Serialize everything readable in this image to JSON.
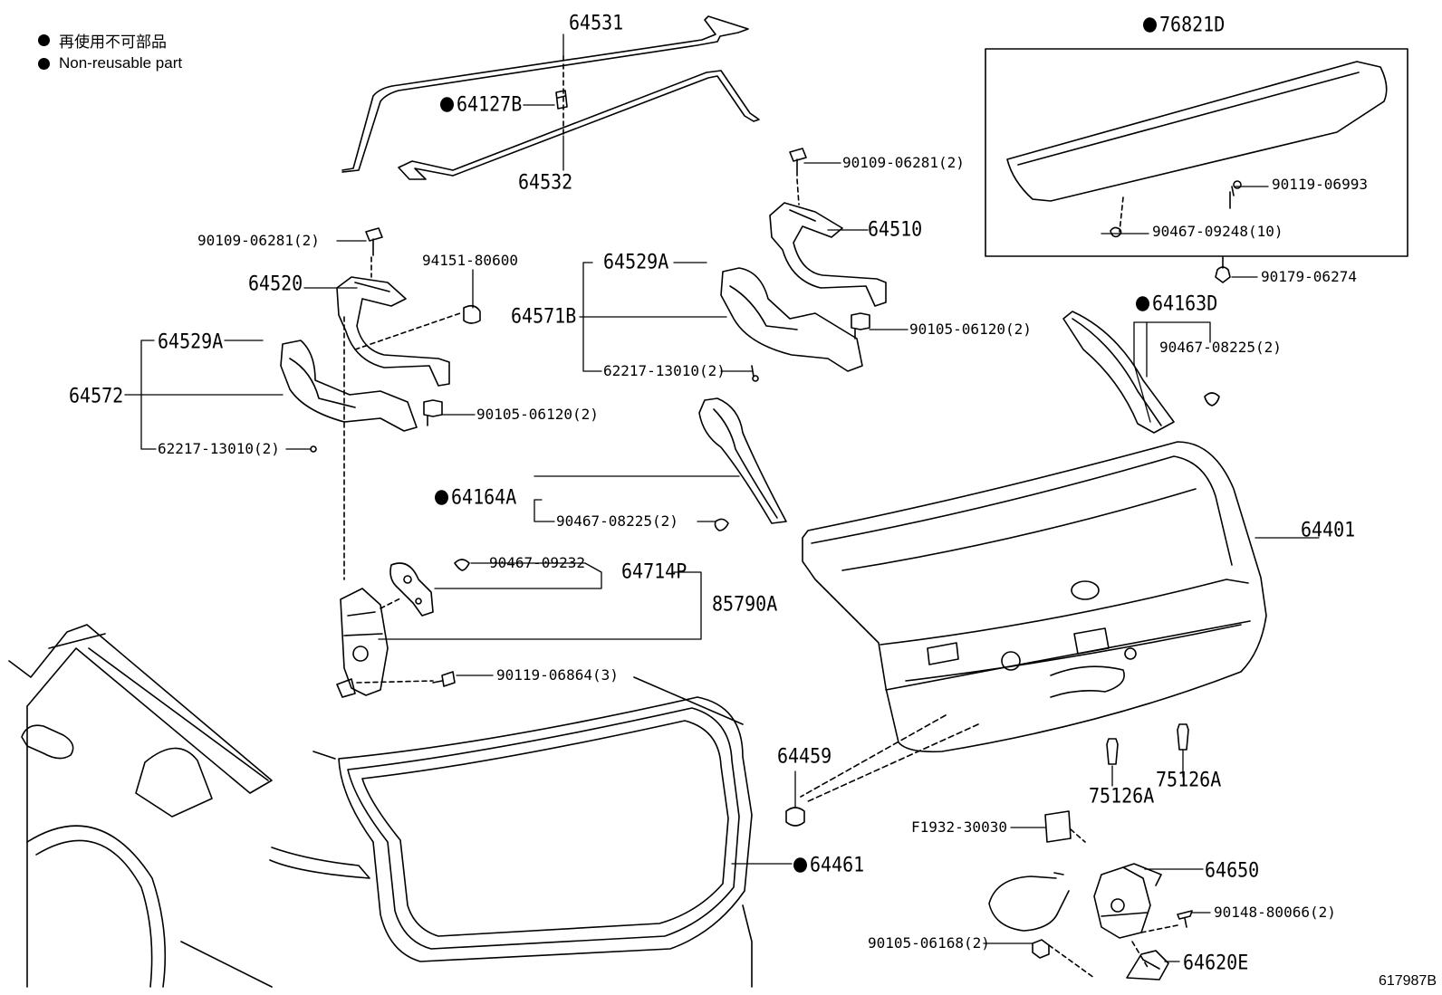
{
  "legend": {
    "marker_label_ja": "再使用不可部品",
    "marker_label_en": "Non-reusable part"
  },
  "figure_id": "617987B",
  "parts": [
    {
      "id": "p64531",
      "number": "64531",
      "nonreusable": false
    },
    {
      "id": "p64127B",
      "number": "64127B",
      "nonreusable": true
    },
    {
      "id": "p64532",
      "number": "64532",
      "nonreusable": false
    },
    {
      "id": "p76821D",
      "number": "76821D",
      "nonreusable": true
    },
    {
      "id": "p90119_06993",
      "number": "90119-06993",
      "nonreusable": false
    },
    {
      "id": "p90467_09248",
      "number": "90467-09248(10)",
      "nonreusable": false
    },
    {
      "id": "p90179_06274",
      "number": "90179-06274",
      "nonreusable": false
    },
    {
      "id": "p90109_r",
      "number": "90109-06281(2)",
      "nonreusable": false
    },
    {
      "id": "p64510",
      "number": "64510",
      "nonreusable": false
    },
    {
      "id": "p90109_l",
      "number": "90109-06281(2)",
      "nonreusable": false
    },
    {
      "id": "p94151",
      "number": "94151-80600",
      "nonreusable": false
    },
    {
      "id": "p64520",
      "number": "64520",
      "nonreusable": false
    },
    {
      "id": "p64529A_r",
      "number": "64529A",
      "nonreusable": false
    },
    {
      "id": "p64571B",
      "number": "64571B",
      "nonreusable": false
    },
    {
      "id": "p90105_r",
      "number": "90105-06120(2)",
      "nonreusable": false
    },
    {
      "id": "p62217_r",
      "number": "62217-13010(2)",
      "nonreusable": false
    },
    {
      "id": "p64529A_l",
      "number": "64529A",
      "nonreusable": false
    },
    {
      "id": "p64572",
      "number": "64572",
      "nonreusable": false
    },
    {
      "id": "p90105_l",
      "number": "90105-06120(2)",
      "nonreusable": false
    },
    {
      "id": "p62217_l",
      "number": "62217-13010(2)",
      "nonreusable": false
    },
    {
      "id": "p64163D",
      "number": "64163D",
      "nonreusable": true
    },
    {
      "id": "p90467_08225_r",
      "number": "90467-08225(2)",
      "nonreusable": false
    },
    {
      "id": "p64164A",
      "number": "64164A",
      "nonreusable": true
    },
    {
      "id": "p90467_08225_l",
      "number": "90467-08225(2)",
      "nonreusable": false
    },
    {
      "id": "p64401",
      "number": "64401",
      "nonreusable": false
    },
    {
      "id": "p90467_09232",
      "number": "90467-09232",
      "nonreusable": false
    },
    {
      "id": "p64714P",
      "number": "64714P",
      "nonreusable": false
    },
    {
      "id": "p85790A",
      "number": "85790A",
      "nonreusable": false
    },
    {
      "id": "p90119_06864",
      "number": "90119-06864(3)",
      "nonreusable": false
    },
    {
      "id": "p64459",
      "number": "64459",
      "nonreusable": false
    },
    {
      "id": "p75126A_1",
      "number": "75126A",
      "nonreusable": false
    },
    {
      "id": "p75126A_2",
      "number": "75126A",
      "nonreusable": false
    },
    {
      "id": "p64461",
      "number": "64461",
      "nonreusable": true
    },
    {
      "id": "pF1932",
      "number": "F1932-30030",
      "nonreusable": false
    },
    {
      "id": "p64650",
      "number": "64650",
      "nonreusable": false
    },
    {
      "id": "p90148",
      "number": "90148-80066(2)",
      "nonreusable": false
    },
    {
      "id": "p90105_06168",
      "number": "90105-06168(2)",
      "nonreusable": false
    },
    {
      "id": "p64620E",
      "number": "64620E",
      "nonreusable": false
    }
  ]
}
